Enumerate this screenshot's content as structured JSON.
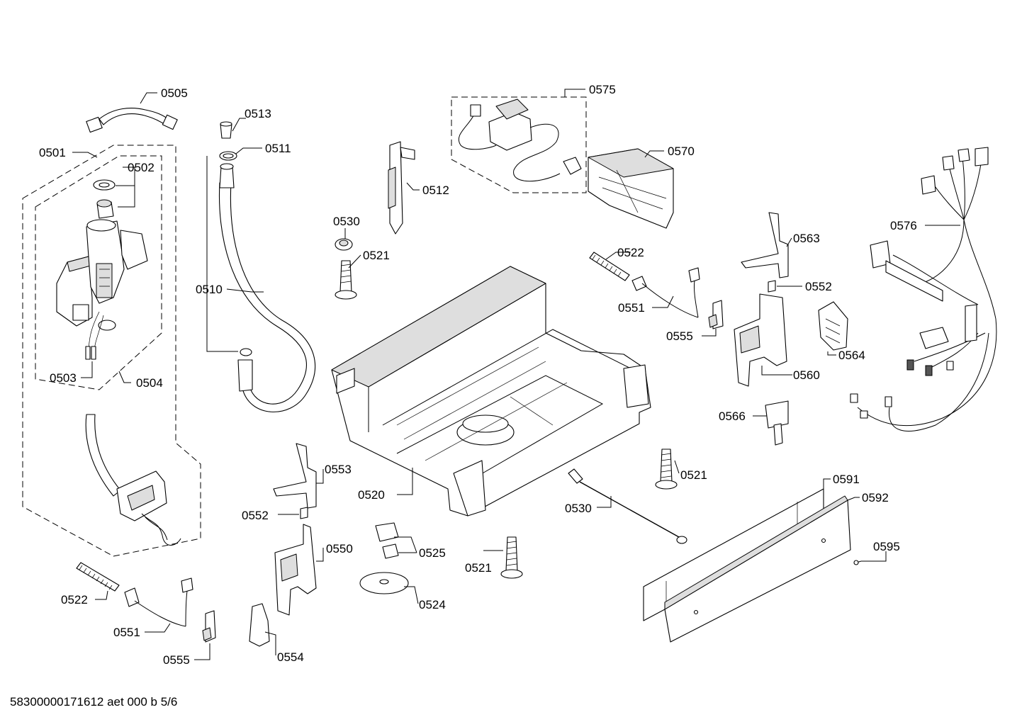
{
  "labels": {
    "l0501": "0501",
    "l0502": "0502",
    "l0503": "0503",
    "l0504": "0504",
    "l0505": "0505",
    "l0510": "0510",
    "l0511": "0511",
    "l0512": "0512",
    "l0513": "0513",
    "l0520": "0520",
    "l0521a": "0521",
    "l0521b": "0521",
    "l0521c": "0521",
    "l0522a": "0522",
    "l0522b": "0522",
    "l0524": "0524",
    "l0525": "0525",
    "l0530a": "0530",
    "l0530b": "0530",
    "l0550": "0550",
    "l0551a": "0551",
    "l0551b": "0551",
    "l0552a": "0552",
    "l0552b": "0552",
    "l0553": "0553",
    "l0554": "0554",
    "l0555a": "0555",
    "l0555b": "0555",
    "l0560": "0560",
    "l0563": "0563",
    "l0564": "0564",
    "l0566": "0566",
    "l0570": "0570",
    "l0575": "0575",
    "l0576": "0576",
    "l0591": "0591",
    "l0592": "0592",
    "l0595": "0595"
  },
  "footer": "58300000171612 aet 000 b 5/6"
}
